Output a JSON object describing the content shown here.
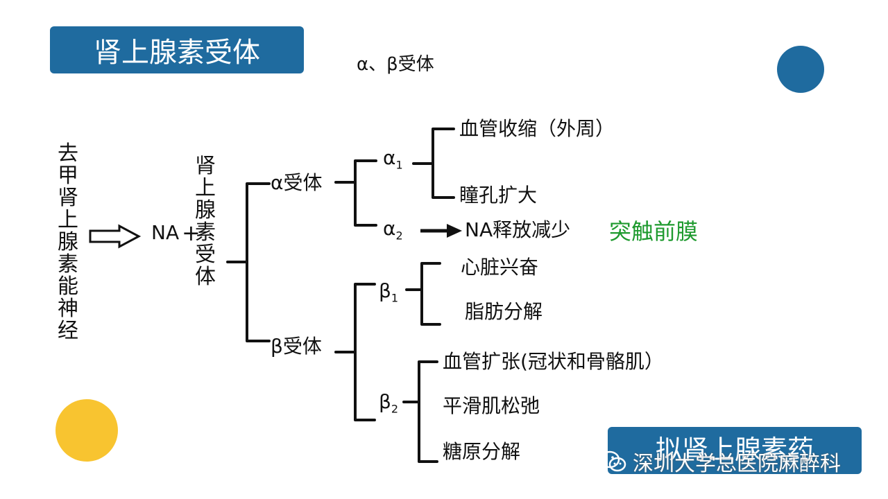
{
  "title": "肾上腺素受体",
  "subtitle": "α、β受体",
  "colors": {
    "brand_blue": "#1f6b9f",
    "accent_yellow": "#f8c430",
    "highlight_green": "#1e9a2e"
  },
  "diagram": {
    "source": "去甲肾上腺素能神经",
    "na": "NA",
    "plus": "+",
    "receptor": "肾上腺素受体",
    "alpha": {
      "label": "α受体",
      "a1": {
        "label": "α",
        "sub": "1",
        "effects": [
          "血管收缩（外周）",
          "瞳孔扩大"
        ]
      },
      "a2": {
        "label": "α",
        "sub": "2",
        "effect": "NA释放减少",
        "note": "突触前膜"
      }
    },
    "beta": {
      "label": "β受体",
      "b1": {
        "label": "β",
        "sub": "1",
        "effects": [
          "心脏兴奋",
          "脂肪分解"
        ]
      },
      "b2": {
        "label": "β",
        "sub": "2",
        "effects": [
          "血管扩张(冠状和骨骼肌）",
          "平滑肌松弛",
          "糖原分解"
        ]
      }
    }
  },
  "bottom_banner": "拟肾上腺素药",
  "watermark": {
    "icon": "wechat-icon",
    "text": "深圳大学总医院麻醉科"
  }
}
